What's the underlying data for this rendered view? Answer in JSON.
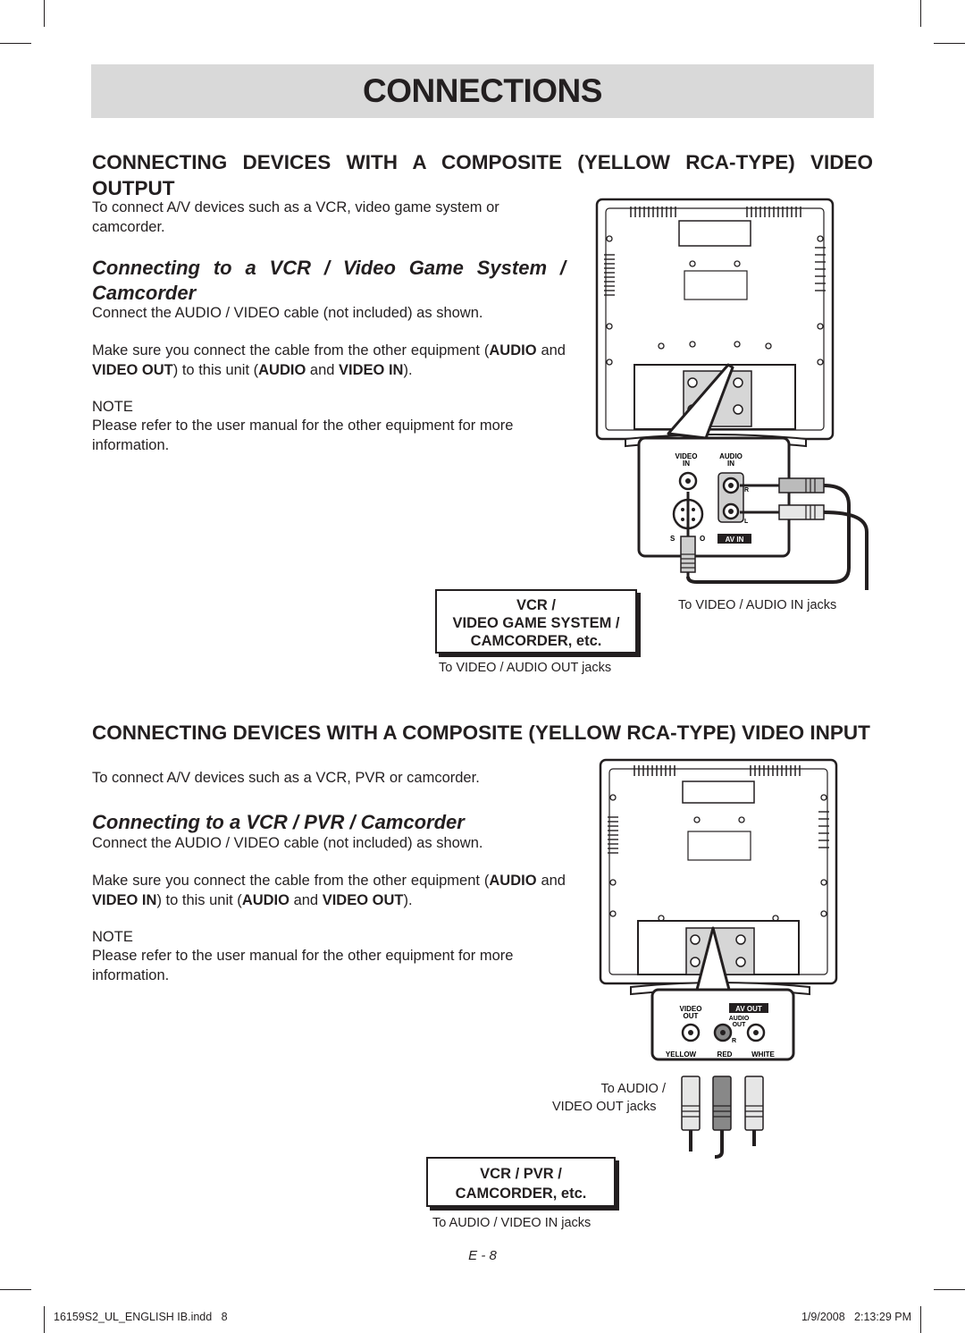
{
  "page_title": "CONNECTIONS",
  "section1": {
    "heading": "CONNECTING DEVICES WITH A COMPOSITE (YELLOW RCA-TYPE) VIDEO OUTPUT",
    "intro": "To connect A/V devices such as a VCR, video game system or camcorder.",
    "subheading": "Connecting to a VCR / Video Game System / Camcorder",
    "step1": "Connect the AUDIO / VIDEO cable (not included) as shown.",
    "step2": {
      "t1": "Make sure you connect the cable from the other equipment (",
      "b1": "AUDIO",
      "t2": " and ",
      "b2": "VIDEO OUT",
      "t3": ") to this unit (",
      "b3": "AUDIO",
      "t4": " and ",
      "b4": "VIDEO IN",
      "t5": ")."
    },
    "note_label": "NOTE",
    "note_text": "Please refer to the user manual for the other equipment for more information.",
    "diagram": {
      "device_box": [
        "VCR /",
        "VIDEO GAME SYSTEM /",
        "CAMCORDER, etc."
      ],
      "caption_tv_side": "To VIDEO / AUDIO IN jacks",
      "caption_device_side": "To VIDEO / AUDIO OUT jacks",
      "panel_labels": {
        "video": "VIDEO",
        "audio": "AUDIO",
        "in1": "IN",
        "in2": "IN",
        "r": "R",
        "l": "L",
        "s": "S",
        "o": "O",
        "av_in": "AV IN"
      }
    }
  },
  "section2": {
    "heading": "CONNECTING DEVICES WITH A COMPOSITE (YELLOW RCA-TYPE) VIDEO INPUT",
    "intro": "To connect A/V devices such as a VCR, PVR or camcorder.",
    "subheading": "Connecting to a VCR / PVR / Camcorder",
    "step1": "Connect the AUDIO / VIDEO cable (not included) as shown.",
    "step2": {
      "t1": "Make sure you connect the cable from the other equipment (",
      "b1": "AUDIO",
      "t2": "  and ",
      "b2": "VIDEO IN",
      "t3": ") to this unit (",
      "b3": "AUDIO",
      "t4": " and ",
      "b4": "VIDEO OUT",
      "t5": ")."
    },
    "note_label": "NOTE",
    "note_text": "Please refer to the user manual for the other equipment for more information.",
    "diagram": {
      "device_box": [
        "VCR / PVR /",
        "CAMCORDER, etc."
      ],
      "caption_tv_side": [
        "To AUDIO /",
        "VIDEO OUT jacks"
      ],
      "caption_device_side": "To AUDIO / VIDEO IN jacks",
      "panel_labels": {
        "video": "VIDEO",
        "out1": "OUT",
        "av_out": "AV OUT",
        "audio": "AUDIO",
        "out2": "OUT",
        "r": "R",
        "yellow": "YELLOW",
        "red": "RED",
        "white": "WHITE"
      }
    }
  },
  "page_number": "E - 8",
  "footer": {
    "file": "16159S2_UL_ENGLISH IB.indd   8",
    "date": "1/9/2008   2:13:29 PM"
  }
}
